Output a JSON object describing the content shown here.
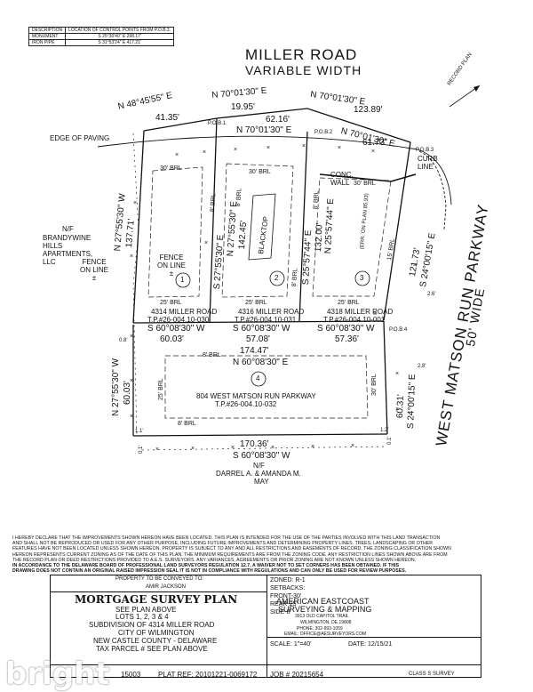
{
  "control_table": {
    "headers": [
      "DESCRIPTION",
      "LOCATION OF CONTROL POINTS FROM P.O.B.3."
    ],
    "rows": [
      [
        "MONUMENT",
        "S 25°30'40\" E   298.17'"
      ],
      [
        "IRON PIPE",
        "S 31°53'24\" E   417.21'"
      ]
    ]
  },
  "road": {
    "name": "MILLER ROAD",
    "width": "VARIABLE WIDTH"
  },
  "parkway": {
    "name": "WEST MATSON RUN PARKWAY",
    "width": "50' WIDE"
  },
  "labels": {
    "record_plan": "RECORD PLAN",
    "curb_line": "CURB LINE",
    "edge_of_paving": "EDGE OF PAVING",
    "pob1": "P.O.B.1",
    "pob2": "P.O.B.2",
    "pob3": "P.O.B.3",
    "pob4": "P.O.B.4",
    "conc_wall": "CONC. WALL",
    "blacktop": "BLACKTOP",
    "fence_on_line": "FENCE ON LINE ±",
    "fence_on_line2": "FENCE ON LINE ±",
    "nf1": "N/F",
    "brandywine": "BRANDYWINE HILLS APARTMENTS, LLC",
    "nf2": "N/F",
    "darrel": "DARREL A. & AMANDA M.",
    "may": "MAY",
    "err": "(ERR. ON PLAN 85.93)"
  },
  "bearings": {
    "b1": "N 48°45'55\" E",
    "b1d": "41.35'",
    "b2": "N 70°01'30\" E",
    "b2d": "19.95'",
    "b3": "N 70°01'30\" E",
    "b3d": "123.89'",
    "b4d": "62.16'",
    "b4": "N 70°01'30\" E",
    "b5": "N 70°01'30\" E",
    "b5d": "61.73'",
    "w1": "N 27°55'30\" W",
    "w1d": "137.71'",
    "w2": "N 27°55'30\" W",
    "w2d": "60.03'",
    "l1a": "N 27°55'30\" E",
    "l1b": "S 27°55'30\" E",
    "l1c": "142.45'",
    "l2a": "N 25°57'44\" E",
    "l2b": "S 25°57'44\" E",
    "l2c": "132.00'",
    "e1": "S 24°00'15\" E",
    "e1d": "121.73'",
    "e2": "S 24°00'15\" E",
    "e2d": "60.31'",
    "s1": "S 60°08'30\" W",
    "s1d": "60.03'",
    "s2": "S 60°08'30\" W",
    "s2d": "57.08'",
    "s3": "S 60°08'30\" W",
    "s3d": "57.36'",
    "n4d": "174.47'",
    "n4": "N 60°08'30\" E",
    "s4d": "170.36'",
    "s4": "S 60°08'30\" W",
    "off08": "0.8'",
    "off26": "2.6'",
    "off28": "2.8'",
    "off11": "1.1'",
    "off12": "1.2'",
    "off01": "0.1'",
    "off01b": "0.1'"
  },
  "setback_labels": {
    "brl30a": "30' BRL",
    "brl30b": "30' BRL",
    "brl30c": "30' BRL",
    "brl25a": "25' BRL",
    "brl25b": "25' BRL",
    "brl25c": "25' BRL",
    "brl8a": "8' BRL",
    "brl8b": "8' BRL",
    "brl8c": "8' BRL",
    "brl8d": "8' BRL",
    "brl8e": "8' BRL",
    "brl15": "15' BRL",
    "brl25d": "25' BRL",
    "brl30d": "30' BRL",
    "brl8f": "8' BRL"
  },
  "lots": [
    {
      "num": "1",
      "addr": "4314 MILLER ROAD",
      "tp": "T.P.#26-004.10-030"
    },
    {
      "num": "2",
      "addr": "4316 MILLER ROAD",
      "tp": "T.P.#26-004.10-031"
    },
    {
      "num": "3",
      "addr": "4318 MILLER ROAD",
      "tp": "T.P.#26-004.10-001"
    },
    {
      "num": "4",
      "addr": "804 WEST MATSON RUN PARKWAY",
      "tp": "T.P.#26-004.10-032"
    }
  ],
  "notes": {
    "line1": "I HEREBY DECLARE THAT THE IMPROVEMENTS SHOWN HEREON HAVE BEEN LOCATED. THIS PLAN IS INTENDED FOR THE USE OF THE PARTIES INVOLVED WITH THIS LAND TRANSACTION",
    "line2": "AND SHALL NOT BE REPRODUCED OR USED FOR ANY OTHER PURPOSE, INCLUDING FUTURE IMPROVEMENTS AND DETERMINING PROPERTY LINES. TREES, LANDSCAPING OR OTHER",
    "line3": "FEATURES HAVE NOT BEEN LOCATED UNLESS SHOWN HEREON. PROPERTY IS SUBJECT TO ANY AND ALL RESTRICTIONS AND EASEMENTS OF RECORD. THE ZONING CLASSIFICATION SHOWN",
    "line4": "HEREON REPRESENTS CURRENT ZONING AS OF THE DATE OF THIS PLAN. THE MINIMUM REQUIREMENTS ARE FROM THE ZONING CODE. ANY RESTRICTION LINES SHOWN ABOVE ARE FROM",
    "line5": "THE RECORD PLAN OR DEED RESTRICTIONS PROVIDED TO A.E.S. SURVEYORS. ANY VARIANCES, AGREEMENTS OR PRIOR ZONING ARE NOT KNOWN UNLESS SHOWN HEREON.",
    "line6": "IN ACCORDANCE TO THE DELAWARE BOARD OF PROFESSIONAL LAND SURVEYORS REGULATION 12.7, A WAIVER NOT TO SET CORNERS HAS BEEN OBTAINED. IF THIS",
    "line7": "DRAWING DOES NOT CONTAIN AN ORIGINAL RAISED IMPRESSION SEAL IT IS NOT IN COMPLIANCE WITH REGULATIONS AND CAN ONLY BE USED FOR REVIEW PURPOSES."
  },
  "conveyed": {
    "label": "PROPERTY TO BE CONVEYED TO:",
    "name": "AMIR JACKSON"
  },
  "title_block": {
    "title": "MORTGAGE SURVEY PLAN",
    "lines": [
      "SEE PLAN ABOVE",
      "LOTS 1, 2, 3 & 4",
      "SUBDIVISION OF 4314 MILLER ROAD",
      "CITY OF WILMINGTON",
      "NEW CASTLE COUNTY - DELAWARE",
      "TAX PARCEL # SEE PLAN ABOVE"
    ]
  },
  "zoning": {
    "zoned": "ZONED: R-1",
    "setbacks": "SETBACKS:",
    "front": "FRONT-30'",
    "rear": "REAR-25'",
    "side": "SIDE-8'"
  },
  "company": {
    "name1": "AMERICAN EASTCOAST",
    "name2": "SURVEYING & MAPPING",
    "addr1": "3913 OLD CAPITOL TRAIL",
    "addr2": "WILMINGTON, DE.19808",
    "phone": "PHONE: 302-993-1059",
    "email": "EMAIL: OFFICE@AESURVEYORS.COM"
  },
  "footer": {
    "scale": "SCALE: 1\"=40'",
    "date": "DATE: 12/15/21",
    "plat_ref": "PLAT REF: 20101221-0069172",
    "job": "JOB # 20215654",
    "class": "CLASS S SURVEY",
    "num": "15003"
  },
  "watermark": "bright"
}
